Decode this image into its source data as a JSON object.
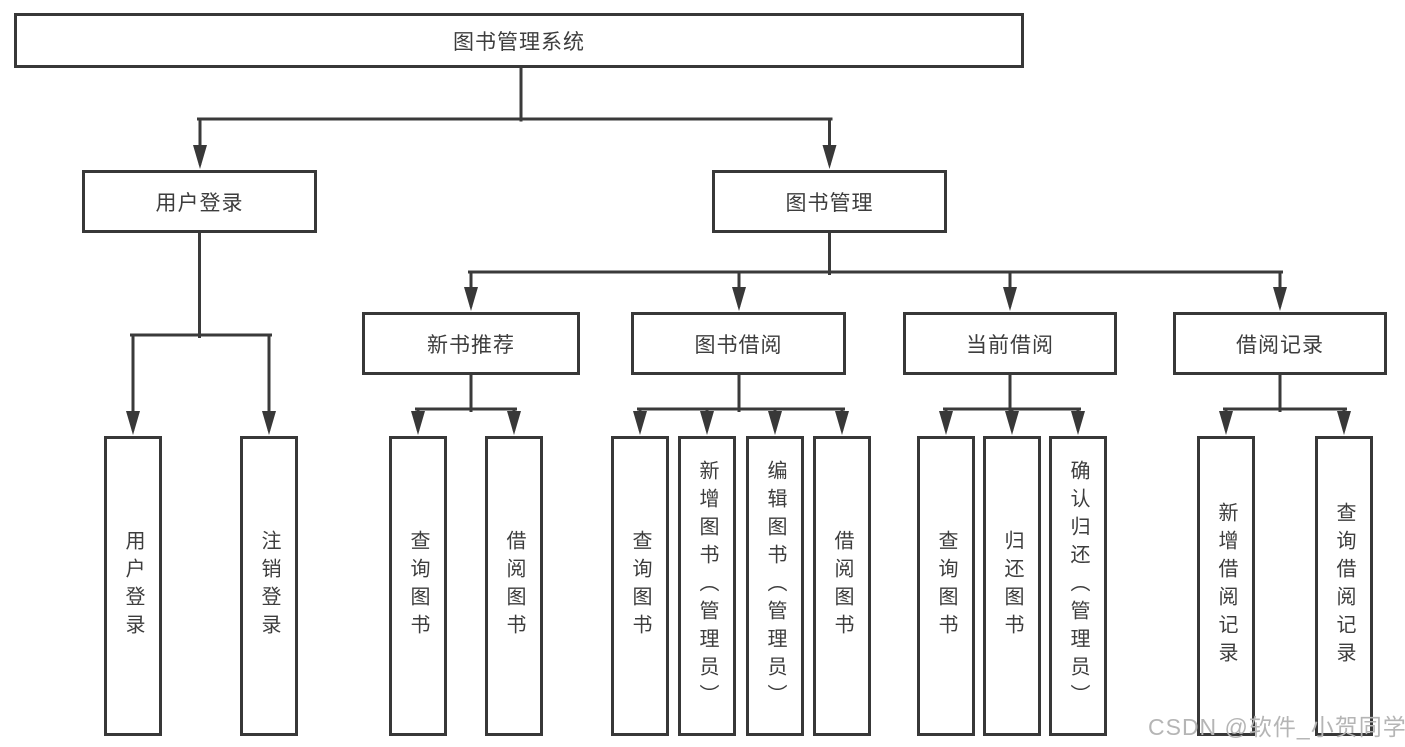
{
  "diagram": {
    "root": {
      "label": "图书管理系统"
    },
    "branches": [
      {
        "label": "用户登录",
        "leaves": [
          {
            "label": "用户登录"
          },
          {
            "label": "注销登录"
          }
        ]
      },
      {
        "label": "图书管理",
        "groups": [
          {
            "label": "新书推荐",
            "leaves": [
              {
                "label": "查询图书"
              },
              {
                "label": "借阅图书"
              }
            ]
          },
          {
            "label": "图书借阅",
            "leaves": [
              {
                "label": "查询图书"
              },
              {
                "label": "新增图书（管理员）"
              },
              {
                "label": "编辑图书（管理员）"
              },
              {
                "label": "借阅图书"
              }
            ]
          },
          {
            "label": "当前借阅",
            "leaves": [
              {
                "label": "查询图书"
              },
              {
                "label": "归还图书"
              },
              {
                "label": "确认归还（管理员）"
              }
            ]
          },
          {
            "label": "借阅记录",
            "leaves": [
              {
                "label": "新增借阅记录"
              },
              {
                "label": "查询借阅记录"
              }
            ]
          }
        ]
      }
    ]
  },
  "watermark": {
    "text": "CSDN @软件_小贺同学"
  },
  "colors": {
    "line": "#3a3a3a",
    "box_border": "#383838",
    "text": "#3d3d3d",
    "watermark_text": "#b5b5b5",
    "background": "#ffffff"
  }
}
